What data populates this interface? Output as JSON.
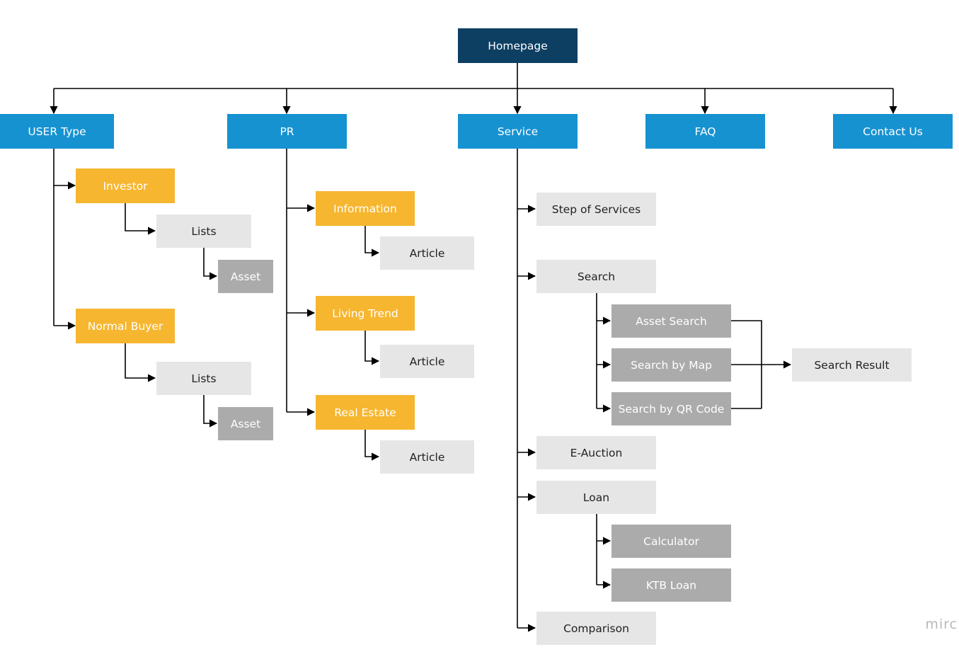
{
  "diagram": {
    "root": "Homepage",
    "top": {
      "user_type": "USER Type",
      "pr": "PR",
      "service": "Service",
      "faq": "FAQ",
      "contact": "Contact Us"
    },
    "user_type": {
      "investor": "Investor",
      "investor_lists": "Lists",
      "investor_asset": "Asset",
      "normal_buyer": "Normal Buyer",
      "buyer_lists": "Lists",
      "buyer_asset": "Asset"
    },
    "pr": {
      "information": "Information",
      "information_article": "Article",
      "living_trend": "Living Trend",
      "living_trend_article": "Article",
      "real_estate": "Real Estate",
      "real_estate_article": "Article"
    },
    "service": {
      "step_of_services": "Step of Services",
      "search": "Search",
      "asset_search": "Asset Search",
      "search_by_map": "Search by Map",
      "search_by_qr": "Search by QR Code",
      "search_result": "Search Result",
      "e_auction": "E-Auction",
      "loan": "Loan",
      "calculator": "Calculator",
      "ktb_loan": "KTB Loan",
      "comparison": "Comparison"
    }
  },
  "watermark": "mirc",
  "colors": {
    "root": "#0d3f63",
    "top_level": "#1692d1",
    "category": "#f6b630",
    "leaf_light": "#e6e6e6",
    "leaf_dark": "#ababab",
    "connector": "#000000"
  }
}
